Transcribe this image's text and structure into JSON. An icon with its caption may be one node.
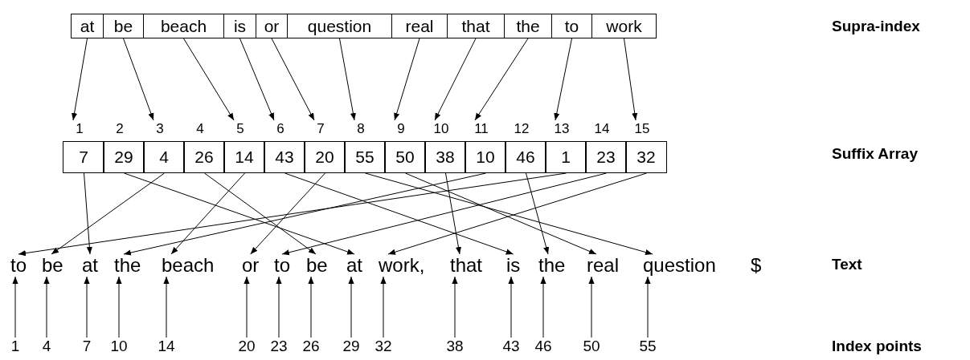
{
  "diagram": {
    "nodes": [
      {
        "text": [
          "at"
        ]
      },
      {
        "text": [
          "be"
        ]
      },
      {
        "text": [
          "beach"
        ]
      },
      {
        "text": [
          "is"
        ]
      },
      {
        "text": [
          "or"
        ]
      },
      {
        "text": [
          "question"
        ]
      },
      {
        "text": [
          "real"
        ]
      },
      {
        "text": [
          "that"
        ]
      },
      {
        "text": [
          "the"
        ]
      },
      {
        "text": [
          "to"
        ]
      },
      {
        "text": [
          "work"
        ]
      },
      {
        "text": [
          "1",
          "7"
        ]
      },
      {
        "text": [
          "2",
          "29"
        ]
      },
      {
        "text": [
          "3",
          "4"
        ]
      },
      {
        "text": [
          "4",
          "26"
        ]
      },
      {
        "text": [
          "5",
          "14"
        ]
      },
      {
        "text": [
          "6",
          "43"
        ]
      },
      {
        "text": [
          "7",
          "20"
        ]
      },
      {
        "text": [
          "8",
          "55"
        ]
      },
      {
        "text": [
          "9",
          "50"
        ]
      },
      {
        "text": [
          "10",
          "38"
        ]
      },
      {
        "text": [
          "11",
          "10"
        ]
      },
      {
        "text": [
          "12",
          "46"
        ]
      },
      {
        "text": [
          "13",
          "1"
        ]
      },
      {
        "text": [
          "14",
          "23"
        ]
      },
      {
        "text": [
          "15",
          "32"
        ]
      },
      {
        "text": [
          "to"
        ]
      },
      {
        "text": [
          "be"
        ]
      },
      {
        "text": [
          "at"
        ]
      },
      {
        "text": [
          "the"
        ]
      },
      {
        "text": [
          "beach"
        ]
      },
      {
        "text": [
          "or"
        ]
      },
      {
        "text": [
          "to"
        ]
      },
      {
        "text": [
          "be"
        ]
      },
      {
        "text": [
          "at"
        ]
      },
      {
        "text": [
          "work,"
        ]
      },
      {
        "text": [
          "that"
        ]
      },
      {
        "text": [
          "is"
        ]
      },
      {
        "text": [
          "the"
        ]
      },
      {
        "text": [
          "real"
        ]
      },
      {
        "text": [
          "question"
        ]
      },
      {
        "text": [
          "$"
        ]
      },
      {
        "text": [
          "1"
        ]
      },
      {
        "text": [
          "4"
        ]
      },
      {
        "text": [
          "7"
        ]
      },
      {
        "text": [
          "10"
        ]
      },
      {
        "text": [
          "14"
        ]
      },
      {
        "text": [
          "20"
        ]
      },
      {
        "text": [
          "23"
        ]
      },
      {
        "text": [
          "26"
        ]
      },
      {
        "text": [
          "29"
        ]
      },
      {
        "text": [
          "32"
        ]
      },
      {
        "text": [
          "38"
        ]
      },
      {
        "text": [
          "43"
        ]
      },
      {
        "text": [
          "46"
        ]
      },
      {
        "text": [
          "50"
        ]
      },
      {
        "text": [
          "55"
        ]
      }
    ],
    "edges": [
      {
        "from": 0,
        "to": 11,
        "arrow": "to"
      },
      {
        "from": 1,
        "to": 13,
        "arrow": "to"
      },
      {
        "from": 2,
        "to": 15,
        "arrow": "to"
      },
      {
        "from": 3,
        "to": 16,
        "arrow": "to"
      },
      {
        "from": 4,
        "to": 17,
        "arrow": "to"
      },
      {
        "from": 5,
        "to": 18,
        "arrow": "to"
      },
      {
        "from": 6,
        "to": 19,
        "arrow": "to"
      },
      {
        "from": 7,
        "to": 20,
        "arrow": "to"
      },
      {
        "from": 8,
        "to": 21,
        "arrow": "to"
      },
      {
        "from": 9,
        "to": 23,
        "arrow": "to"
      },
      {
        "from": 10,
        "to": 25,
        "arrow": "to"
      },
      {
        "from": 11,
        "to": 28,
        "arrow": "to"
      },
      {
        "from": 12,
        "to": 34,
        "arrow": "to"
      },
      {
        "from": 13,
        "to": 27,
        "arrow": "to"
      },
      {
        "from": 14,
        "to": 33,
        "arrow": "to"
      },
      {
        "from": 15,
        "to": 30,
        "arrow": "to"
      },
      {
        "from": 16,
        "to": 37,
        "arrow": "to"
      },
      {
        "from": 17,
        "to": 31,
        "arrow": "to"
      },
      {
        "from": 18,
        "to": 40,
        "arrow": "to"
      },
      {
        "from": 19,
        "to": 39,
        "arrow": "to"
      },
      {
        "from": 20,
        "to": 36,
        "arrow": "to"
      },
      {
        "from": 21,
        "to": 29,
        "arrow": "to"
      },
      {
        "from": 22,
        "to": 38,
        "arrow": "to"
      },
      {
        "from": 23,
        "to": 26,
        "arrow": "to"
      },
      {
        "from": 24,
        "to": 32,
        "arrow": "to"
      },
      {
        "from": 25,
        "to": 35,
        "arrow": "to"
      },
      {
        "from": 42,
        "to": 26,
        "arrow": "to"
      },
      {
        "from": 43,
        "to": 27,
        "arrow": "to"
      },
      {
        "from": 44,
        "to": 28,
        "arrow": "to"
      },
      {
        "from": 45,
        "to": 29,
        "arrow": "to"
      },
      {
        "from": 46,
        "to": 30,
        "arrow": "to"
      },
      {
        "from": 47,
        "to": 31,
        "arrow": "to"
      },
      {
        "from": 48,
        "to": 32,
        "arrow": "to"
      },
      {
        "from": 49,
        "to": 33,
        "arrow": "to"
      },
      {
        "from": 50,
        "to": 34,
        "arrow": "to"
      },
      {
        "from": 51,
        "to": 35,
        "arrow": "to"
      },
      {
        "from": 52,
        "to": 36,
        "arrow": "to"
      },
      {
        "from": 53,
        "to": 37,
        "arrow": "to"
      },
      {
        "from": 54,
        "to": 38,
        "arrow": "to"
      },
      {
        "from": 55,
        "to": 39,
        "arrow": "to"
      },
      {
        "from": 56,
        "to": 40,
        "arrow": "to"
      }
    ],
    "labels": [
      "Supra-index",
      "Suffix Array",
      "Text",
      "Index points"
    ]
  }
}
